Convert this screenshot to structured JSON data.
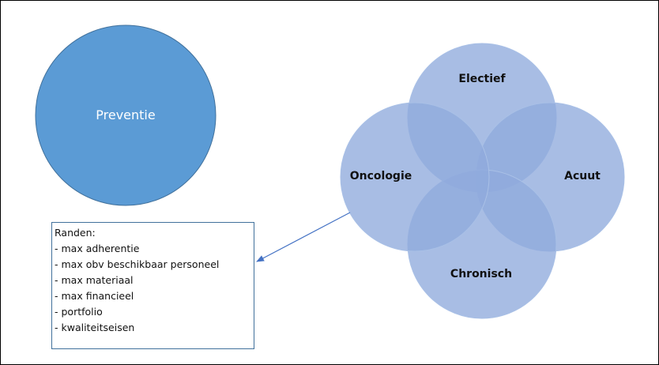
{
  "preventie": {
    "label": "Preventie",
    "fill": "#5b9bd5",
    "stroke": "#41719c"
  },
  "venn": {
    "fill": "#8faadc",
    "stroke": "#a9c0e6",
    "circles": [
      {
        "key": "electief",
        "label": "Electief"
      },
      {
        "key": "acuut",
        "label": "Acuut"
      },
      {
        "key": "chronisch",
        "label": "Chronisch"
      },
      {
        "key": "oncologie",
        "label": "Oncologie"
      }
    ]
  },
  "note": {
    "title": "Randen:",
    "items": [
      "- max adherentie",
      "- max obv beschikbaar personeel",
      "- max materiaal",
      "- max financieel",
      "- portfolio",
      "- kwaliteitseisen"
    ],
    "border": "#41719c"
  },
  "arrow": {
    "color": "#4472c4"
  }
}
